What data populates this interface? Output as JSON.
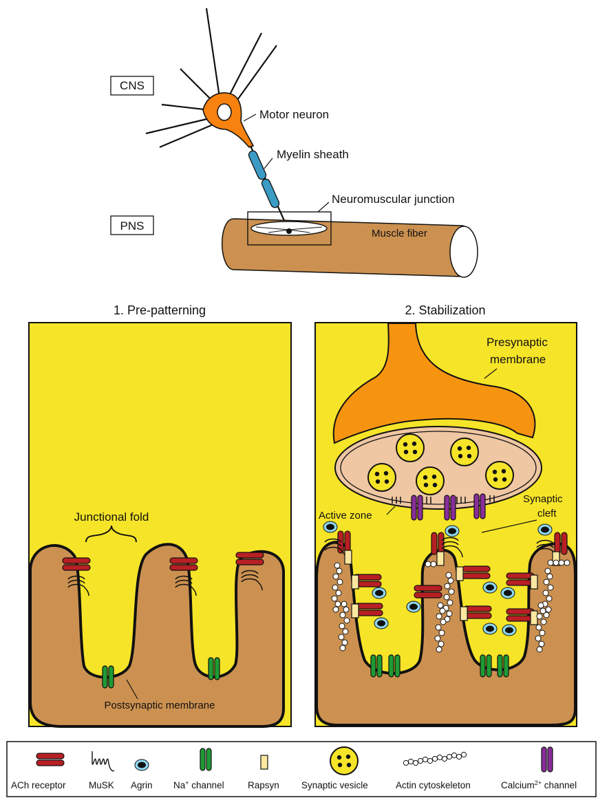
{
  "top": {
    "cns": "CNS",
    "pns": "PNS",
    "motor_neuron": "Motor neuron",
    "myelin_sheath": "Myelin sheath",
    "nmj": "Neuromuscular junction",
    "muscle_fiber": "Muscle fiber"
  },
  "panel1": {
    "title": "1. Pre-patterning",
    "junctional_fold": "Junctional fold",
    "postsynaptic_membrane": "Postsynaptic membrane"
  },
  "panel2": {
    "title": "2. Stabilization",
    "presynaptic_line1": "Presynaptic",
    "presynaptic_line2": "membrane",
    "synaptic_line1": "Synaptic",
    "synaptic_line2": "cleft",
    "active_zone": "Active zone"
  },
  "legend": {
    "ach_receptor": "ACh receptor",
    "musk": "MuSK",
    "agrin": "Agrin",
    "na_channel_base": "Na",
    "na_channel_sup": "+",
    "na_channel_rest": " channel",
    "rapsyn": "Rapsyn",
    "synaptic_vesicle": "Synaptic vesicle",
    "actin": "Actin cytoskeleton",
    "calcium_base": "Calcium",
    "calcium_sup": "2+",
    "calcium_rest": " channel"
  },
  "colors": {
    "neuron": "#f7820f",
    "myelin": "#3b9bc4",
    "muscle": "#cc9150",
    "panel_bg": "#f6e428",
    "ach": "#b81f24",
    "na": "#1f9a35",
    "calcium": "#8a2d9a",
    "rapsyn": "#fbe7a0",
    "agrin_ring": "#8fd8f0",
    "vesicle_interior": "#efc7a3"
  }
}
